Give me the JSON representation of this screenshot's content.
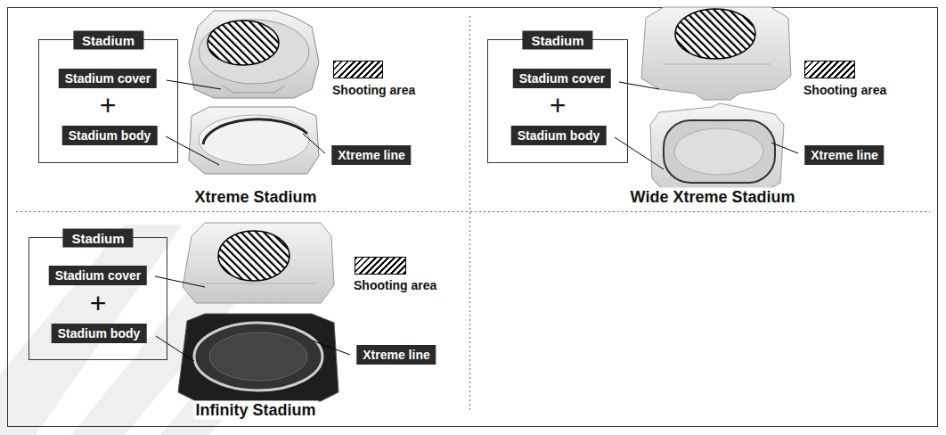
{
  "diagram": {
    "nodes": [
      {
        "text": [
          "Stadium"
        ]
      },
      {
        "text": [
          "Stadium cover"
        ],
        "in": 0
      },
      {
        "text": [
          "Stadium body"
        ],
        "in": 0
      },
      {
        "text": [
          "Xtreme line"
        ]
      },
      {
        "text": [
          "Stadium"
        ]
      },
      {
        "text": [
          "Stadium cover"
        ],
        "in": 4
      },
      {
        "text": [
          "Stadium body"
        ],
        "in": 4
      },
      {
        "text": [
          "Xtreme line"
        ]
      },
      {
        "text": [
          "Stadium"
        ]
      },
      {
        "text": [
          "Stadium cover"
        ],
        "in": 8
      },
      {
        "text": [
          "Stadium body"
        ],
        "in": 8
      },
      {
        "text": [
          "Xtreme line"
        ]
      }
    ],
    "labels": [
      "+",
      "Xtreme Stadium",
      "+",
      "Wide Xtreme Stadium",
      "+",
      "Infinity Stadium"
    ],
    "legend": [
      {
        "text": "Shooting area"
      },
      {
        "text": "Shooting area"
      },
      {
        "text": "Shooting area"
      }
    ]
  }
}
